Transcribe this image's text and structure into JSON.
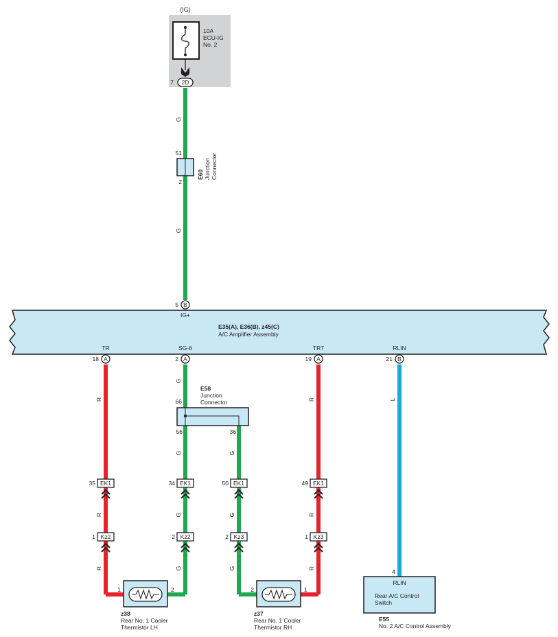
{
  "colors": {
    "green_wire": "#1fa84f",
    "red_wire": "#e5232b",
    "blue_wire": "#1aa9e1",
    "component_fill": "#c9e8f6",
    "fuse_panel_fill": "#d1d3d4",
    "line": "#231f20"
  },
  "fuse": {
    "power_source": "(IG)",
    "rating": "10A",
    "name_line1": "ECU-IG",
    "name_line2": "No. 2",
    "pin": "7",
    "connector": "2D"
  },
  "junction_e60": {
    "code": "E60",
    "name_line1": "Junction",
    "name_line2": "Connector",
    "pin_top": "51",
    "pin_bottom": "2"
  },
  "amplifier": {
    "codes": "E35(A), E36(B), z45(C)",
    "name": "A/C Amplifier Assembly",
    "input": {
      "pin": "5",
      "conn": "B",
      "label": "IG+"
    },
    "outputs": [
      {
        "label": "TR",
        "pin": "18",
        "conn": "A"
      },
      {
        "label": "SG-6",
        "pin": "2",
        "conn": "A"
      },
      {
        "label": "TR7",
        "pin": "19",
        "conn": "A"
      },
      {
        "label": "RLIN",
        "pin": "21",
        "conn": "B"
      }
    ]
  },
  "junction_e58": {
    "code": "E58",
    "name_line1": "Junction",
    "name_line2": "Connector",
    "pin_in": "66",
    "pin_out_left": "56",
    "pin_out_right": "36"
  },
  "wire_colors": {
    "fuse_to_e60": "G",
    "e60_to_amp": "G",
    "tr": "R",
    "sg6": "G",
    "sg6_left": "G",
    "sg6_right": "G",
    "tr7": "R",
    "rlin": "L"
  },
  "inline_connectors": [
    {
      "pin": "35",
      "name": "EK1",
      "wire": "R"
    },
    {
      "pin": "34",
      "name": "EK1",
      "wire": "G"
    },
    {
      "pin": "50",
      "name": "EK1",
      "wire": "G"
    },
    {
      "pin": "49",
      "name": "EK1",
      "wire": "R"
    },
    {
      "pin": "1",
      "name": "Kz2",
      "wire": "R"
    },
    {
      "pin": "2",
      "name": "Kz2",
      "wire": "G"
    },
    {
      "pin": "2",
      "name": "Kz3",
      "wire": "G"
    },
    {
      "pin": "1",
      "name": "Kz3",
      "wire": "R"
    }
  ],
  "thermistor_lh": {
    "code": "z38",
    "name_line1": "Rear No. 1 Cooler",
    "name_line2": "Thermistor LH",
    "pin_left": "1",
    "pin_right": "2"
  },
  "thermistor_rh": {
    "code": "z37",
    "name_line1": "Rear No. 1 Cooler",
    "name_line2": "Thermistor RH",
    "pin_left": "2",
    "pin_right": "1"
  },
  "control_switch": {
    "code": "E55",
    "pin": "4",
    "terminal": "RLIN",
    "name_line1": "Rear A/C Control",
    "name_line2": "Switch",
    "assembly": "No. 2 A/C Control Assembly"
  }
}
